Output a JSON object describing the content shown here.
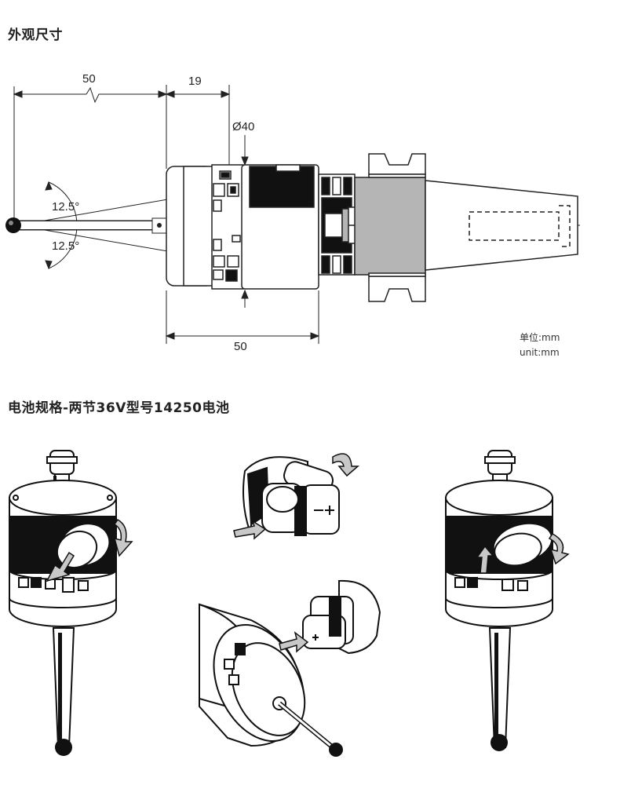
{
  "headings": {
    "dimensions": "外观尺寸",
    "battery": "电池规格-两节36V型号14250电池"
  },
  "dimensions": {
    "top_left": "50",
    "top_right": "19",
    "diameter": "Ø40",
    "angle_upper": "12.5°",
    "angle_lower": "12.5°",
    "bottom": "50"
  },
  "units": {
    "cn": "单位:mm",
    "en": "unit:mm"
  },
  "colors": {
    "ink": "#222222",
    "dark_fill": "#111111",
    "gray_fill": "#b5b5b5",
    "arrow_fill": "#c8c8c8"
  }
}
